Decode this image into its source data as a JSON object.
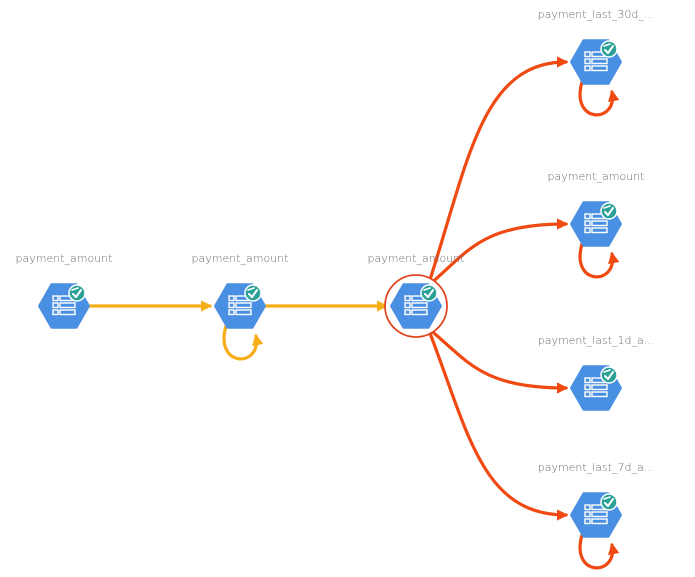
{
  "graph": {
    "colors": {
      "upstream_edge": "#f5ae1a",
      "downstream_edge": "#f04a12",
      "node_fill": "#4a90e2",
      "node_icon": "#ffffff",
      "badge_fill": "#2aa198",
      "selection_ring": "#e04722",
      "label_text": "#6b6b6b"
    },
    "nodes": [
      {
        "id": "n1",
        "label": "payment_amount",
        "icon": "table-icon",
        "badge": "check-badge-icon",
        "self_loop": false,
        "selected": false
      },
      {
        "id": "n2",
        "label": "payment_amount",
        "icon": "table-icon",
        "badge": "check-badge-icon",
        "self_loop": true,
        "selected": false
      },
      {
        "id": "n3",
        "label": "payment_amount",
        "icon": "table-icon",
        "badge": "check-badge-icon",
        "self_loop": false,
        "selected": true
      },
      {
        "id": "n4",
        "label": "payment_last_30d_...",
        "icon": "table-icon",
        "badge": "check-badge-icon",
        "self_loop": true,
        "selected": false
      },
      {
        "id": "n5",
        "label": "payment_amount",
        "icon": "table-icon",
        "badge": "check-badge-icon",
        "self_loop": true,
        "selected": false
      },
      {
        "id": "n6",
        "label": "payment_last_1d_a...",
        "icon": "table-icon",
        "badge": "check-badge-icon",
        "self_loop": false,
        "selected": false
      },
      {
        "id": "n7",
        "label": "payment_last_7d_a...",
        "icon": "table-icon",
        "badge": "check-badge-icon",
        "self_loop": true,
        "selected": false
      }
    ],
    "edges": [
      {
        "from": "n1",
        "to": "n2",
        "kind": "upstream"
      },
      {
        "from": "n2",
        "to": "n3",
        "kind": "upstream"
      },
      {
        "from": "n3",
        "to": "n4",
        "kind": "downstream"
      },
      {
        "from": "n3",
        "to": "n5",
        "kind": "downstream"
      },
      {
        "from": "n3",
        "to": "n6",
        "kind": "downstream"
      },
      {
        "from": "n3",
        "to": "n7",
        "kind": "downstream"
      }
    ]
  }
}
